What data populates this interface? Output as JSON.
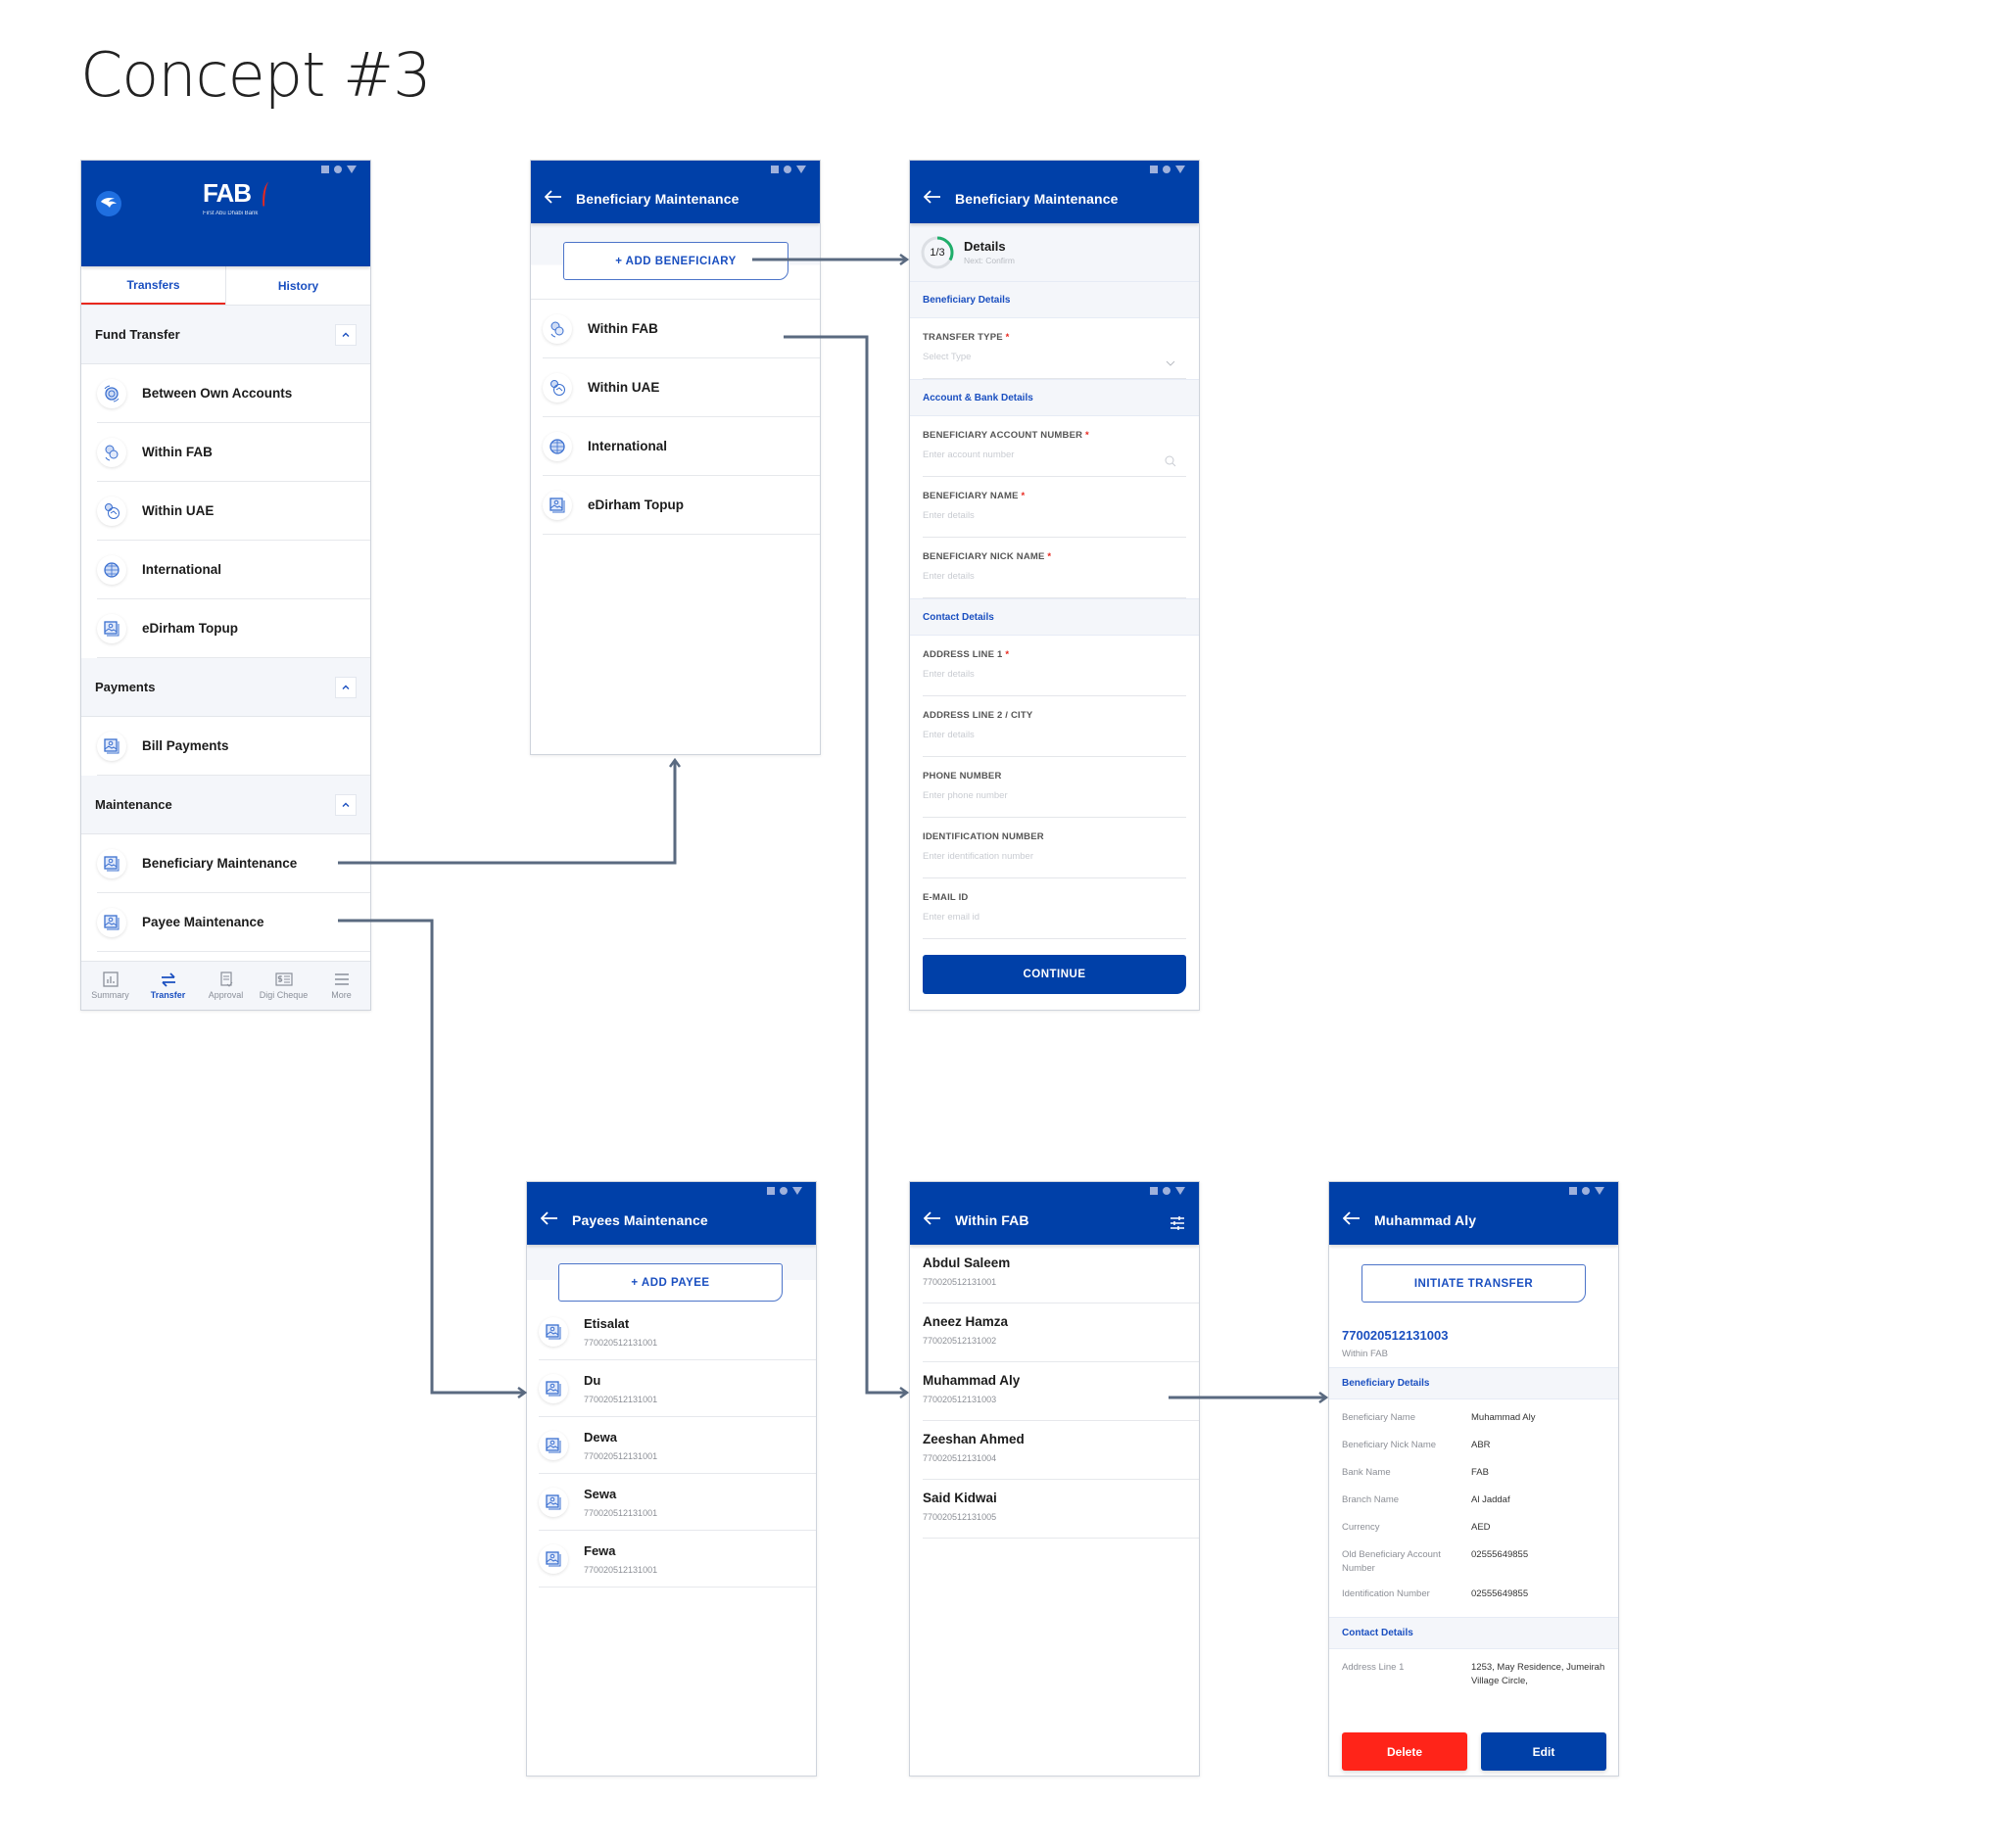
{
  "title": "Concept #3",
  "colors": {
    "brand_blue": "#0040a8",
    "accent_blue": "#1a4fc0",
    "danger_red": "#ff2419",
    "tab_underline": "#e8281e",
    "progress_green": "#1fae6a",
    "connector": "#5a6a80"
  },
  "home": {
    "logo_text": "FAB",
    "logo_subtext": "First Abu Dhabi Bank",
    "tabs": [
      {
        "label": "Transfers",
        "active": true
      },
      {
        "label": "History",
        "active": false
      }
    ],
    "sections": [
      {
        "title": "Fund Transfer",
        "items": [
          {
            "label": "Between Own Accounts",
            "icon": "coins-transfer-icon"
          },
          {
            "label": "Within FAB",
            "icon": "within-fab-icon"
          },
          {
            "label": "Within UAE",
            "icon": "location-map-icon"
          },
          {
            "label": "International",
            "icon": "globe-icon"
          },
          {
            "label": "eDirham Topup",
            "icon": "image-card-icon"
          }
        ]
      },
      {
        "title": "Payments",
        "items": [
          {
            "label": "Bill Payments",
            "icon": "image-card-icon"
          }
        ]
      },
      {
        "title": "Maintenance",
        "items": [
          {
            "label": "Beneficiary Maintenance",
            "icon": "image-card-icon"
          },
          {
            "label": "Payee Maintenance",
            "icon": "image-card-icon"
          }
        ]
      }
    ],
    "nav": [
      {
        "label": "Summary",
        "icon": "chart-icon",
        "active": false
      },
      {
        "label": "Transfer",
        "icon": "transfer-arrows-icon",
        "active": true
      },
      {
        "label": "Approval",
        "icon": "document-check-icon",
        "active": false
      },
      {
        "label": "Digi Cheque",
        "icon": "cheque-icon",
        "active": false
      },
      {
        "label": "More",
        "icon": "menu-icon",
        "active": false
      }
    ]
  },
  "beneficiary_list": {
    "title": "Beneficiary Maintenance",
    "add_button": "+ ADD BENEFICIARY",
    "items": [
      {
        "label": "Within FAB",
        "icon": "within-fab-icon"
      },
      {
        "label": "Within UAE",
        "icon": "location-map-icon"
      },
      {
        "label": "International",
        "icon": "globe-icon"
      },
      {
        "label": "eDirham Topup",
        "icon": "image-card-icon"
      }
    ]
  },
  "beneficiary_form": {
    "title": "Beneficiary Maintenance",
    "step": "1/3",
    "step_progress": 0.333,
    "step_title": "Details",
    "step_next": "Next: Confirm",
    "sections": [
      {
        "title": "Beneficiary Details",
        "fields": [
          {
            "label": "TRANSFER TYPE",
            "required": true,
            "placeholder": "Select Type",
            "trailing": "chevron-down-icon"
          }
        ]
      },
      {
        "title": "Account & Bank Details",
        "fields": [
          {
            "label": "BENEFICIARY ACCOUNT NUMBER",
            "required": true,
            "placeholder": "Enter account number",
            "trailing": "search-icon"
          },
          {
            "label": "BENEFICIARY NAME",
            "required": true,
            "placeholder": "Enter details"
          },
          {
            "label": "BENEFICIARY NICK NAME",
            "required": true,
            "placeholder": "Enter details"
          }
        ]
      },
      {
        "title": "Contact Details",
        "fields": [
          {
            "label": "ADDRESS LINE 1",
            "required": true,
            "placeholder": "Enter details"
          },
          {
            "label": "ADDRESS LINE 2 / CITY",
            "required": false,
            "placeholder": "Enter details"
          },
          {
            "label": "PHONE NUMBER",
            "required": false,
            "placeholder": "Enter phone number"
          },
          {
            "label": "IDENTIFICATION NUMBER",
            "required": false,
            "placeholder": "Enter identification number"
          },
          {
            "label": "E-MAIL ID",
            "required": false,
            "placeholder": "Enter email id"
          }
        ]
      }
    ],
    "required_mark": "*",
    "continue_button": "CONTINUE"
  },
  "payees": {
    "title": "Payees Maintenance",
    "add_button": "+ ADD PAYEE",
    "items": [
      {
        "name": "Etisalat",
        "number": "770020512131001"
      },
      {
        "name": "Du",
        "number": "770020512131001"
      },
      {
        "name": "Dewa",
        "number": "770020512131001"
      },
      {
        "name": "Sewa",
        "number": "770020512131001"
      },
      {
        "name": "Fewa",
        "number": "770020512131001"
      }
    ]
  },
  "within_fab": {
    "title": "Within FAB",
    "items": [
      {
        "name": "Abdul Saleem",
        "number": "770020512131001"
      },
      {
        "name": "Aneez Hamza",
        "number": "770020512131002"
      },
      {
        "name": "Muhammad Aly",
        "number": "770020512131003"
      },
      {
        "name": "Zeeshan Ahmed",
        "number": "770020512131004"
      },
      {
        "name": "Said Kidwai",
        "number": "770020512131005"
      }
    ]
  },
  "beneficiary_detail": {
    "title": "Muhammad Aly",
    "initiate_button": "INITIATE TRANSFER",
    "account_number": "770020512131003",
    "account_type": "Within FAB",
    "beneficiary_section": "Beneficiary Details",
    "details": [
      {
        "key": "Beneficiary Name",
        "value": "Muhammad Aly"
      },
      {
        "key": "Beneficiary Nick Name",
        "value": "ABR"
      },
      {
        "key": "Bank Name",
        "value": "FAB"
      },
      {
        "key": "Branch Name",
        "value": "Al Jaddaf"
      },
      {
        "key": "Currency",
        "value": "AED"
      },
      {
        "key": "Old Beneficiary Account Number",
        "value": "02555649855"
      },
      {
        "key": "Identification Number",
        "value": "02555649855"
      }
    ],
    "contact_section": "Contact Details",
    "contact": [
      {
        "key": "Address Line 1",
        "value": "1253, May Residence, Jumeirah Village Circle,"
      }
    ],
    "delete_button": "Delete",
    "edit_button": "Edit"
  }
}
